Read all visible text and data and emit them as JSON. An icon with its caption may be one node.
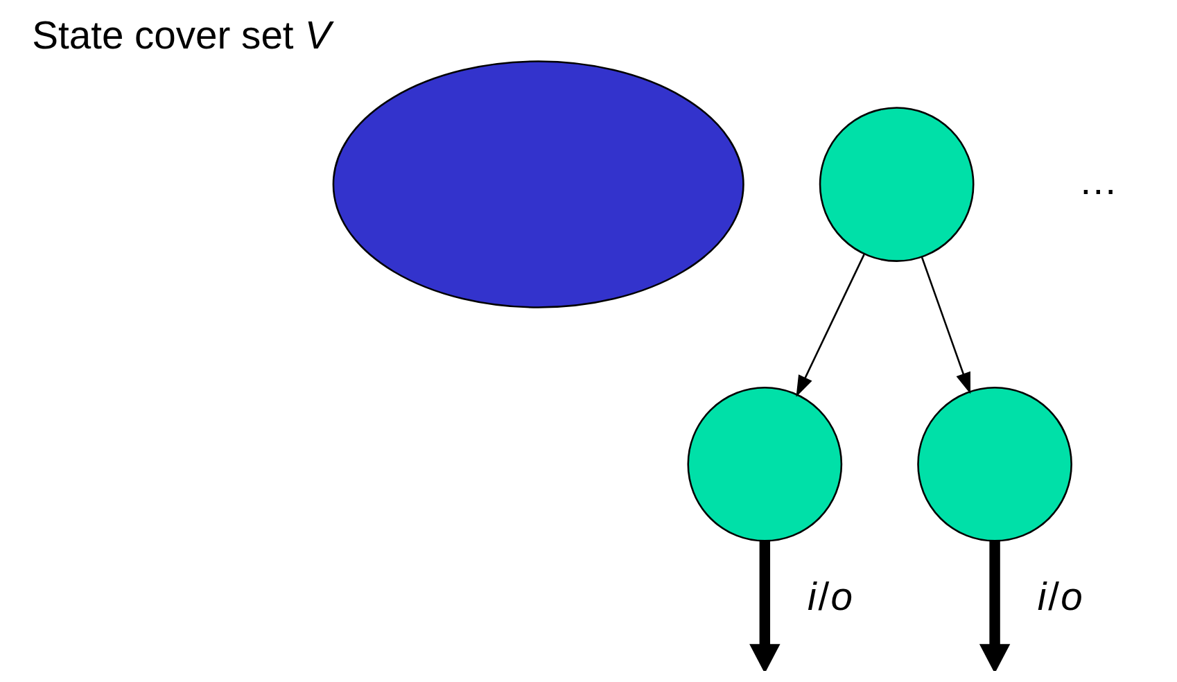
{
  "diagram": {
    "nodes": [
      {
        "text": [],
        "shape": "cloud",
        "beside": [
          "State cover set *V*"
        ]
      },
      {
        "text": [],
        "shape": "circle"
      },
      {
        "text": [],
        "shape": "circle"
      },
      {
        "text": [],
        "shape": "circle"
      }
    ],
    "edges": [
      {
        "from": 1,
        "to": 2,
        "arrow": "to"
      },
      {
        "from": 1,
        "to": 3,
        "arrow": "to"
      },
      {
        "from": 2,
        "to": null,
        "arrow": "to",
        "style": "thick",
        "label": "*i*/*o*"
      },
      {
        "from": 3,
        "to": null,
        "arrow": "to",
        "style": "thick",
        "label": "*i*/*o*"
      }
    ],
    "labels": [
      "…"
    ]
  }
}
